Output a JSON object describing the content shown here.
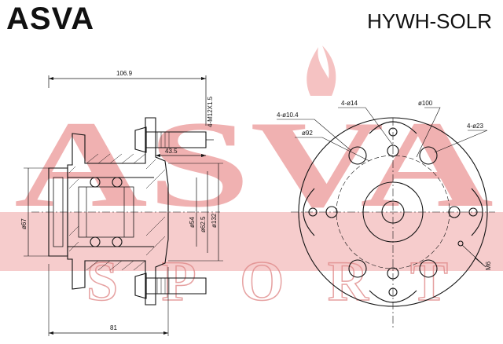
{
  "header": {
    "brand": "ASVA",
    "part_number": "HYWH-SOLR"
  },
  "watermark": {
    "main": "ASVA",
    "sub": "SPORT",
    "color": "#e57373"
  },
  "side_view_dimensions": {
    "overall_length": "106.9",
    "stud_thread": "4-M12X1.5",
    "stud_length": "43.5",
    "hub_diameter": "ø67",
    "pilot_diameter": "ø54",
    "register_diameter": "ø62.5",
    "flange_diameter": "ø132",
    "mount_length": "81"
  },
  "front_view_dimensions": {
    "stud_holes": "4-ø14",
    "pcd": "ø100",
    "small_holes": "4-ø10.4",
    "bolt_circle": "ø92",
    "large_holes": "4-ø23",
    "sensor_thread": "M6"
  }
}
